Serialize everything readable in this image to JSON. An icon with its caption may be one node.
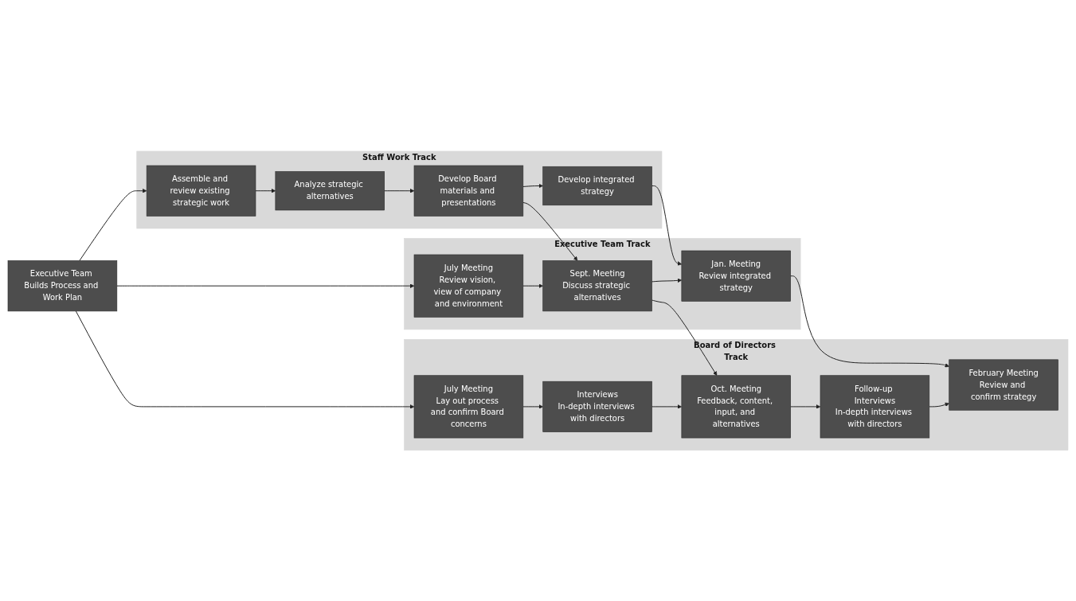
{
  "diagram": {
    "nodes": [
      {
        "text": [
          "Staff Work Track"
        ]
      },
      {
        "text": [
          "Assemble and review existing strategic work"
        ],
        "in": 0
      },
      {
        "text": [
          "Analyze strategic alternatives"
        ],
        "in": 0
      },
      {
        "text": [
          "Develop Board materials and presentations"
        ],
        "in": 0
      },
      {
        "text": [
          "Develop integrated strategy"
        ],
        "in": 0
      },
      {
        "text": [
          "Executive Team Builds Process and Work Plan"
        ]
      },
      {
        "text": [
          "Executive Team Track"
        ]
      },
      {
        "text": [
          "July Meeting",
          "Review vision, view of company and environment"
        ],
        "in": 6
      },
      {
        "text": [
          "Sept. Meeting",
          "Discuss strategic alternatives"
        ],
        "in": 6
      },
      {
        "text": [
          "Jan. Meeting",
          "Review integrated strategy"
        ],
        "in": 6
      },
      {
        "text": [
          "Board of Directors Track"
        ]
      },
      {
        "text": [
          "July Meeting",
          "Lay out process and confirm Board concerns"
        ],
        "in": 10
      },
      {
        "text": [
          "Interviews",
          "In-depth interviews with directors"
        ],
        "in": 10
      },
      {
        "text": [
          "Oct. Meeting",
          "Feedback, content, input, and alternatives"
        ],
        "in": 10
      },
      {
        "text": [
          "Follow-up Interviews",
          "In-depth interviews with directors"
        ],
        "in": 10
      },
      {
        "text": [
          "February Meeting",
          "Review and confirm strategy"
        ],
        "in": 10
      }
    ],
    "edges": [
      {
        "from": 1,
        "to": 2,
        "arrow": "to"
      },
      {
        "from": 2,
        "to": 3,
        "arrow": "to"
      },
      {
        "from": 3,
        "to": 4,
        "arrow": "to"
      },
      {
        "from": 5,
        "to": 1,
        "arrow": "to"
      },
      {
        "from": 5,
        "to": 7,
        "arrow": "to"
      },
      {
        "from": 5,
        "to": 11,
        "arrow": "to"
      },
      {
        "from": 3,
        "to": 8,
        "arrow": "to"
      },
      {
        "from": 4,
        "to": 9,
        "arrow": "to"
      },
      {
        "from": 7,
        "to": 8,
        "arrow": "to"
      },
      {
        "from": 8,
        "to": 9,
        "arrow": "to"
      },
      {
        "from": 8,
        "to": 13,
        "arrow": "to"
      },
      {
        "from": 9,
        "to": 15,
        "arrow": "to"
      },
      {
        "from": 11,
        "to": 12,
        "arrow": "to"
      },
      {
        "from": 12,
        "to": 13,
        "arrow": "to"
      },
      {
        "from": 13,
        "to": 14,
        "arrow": "to"
      },
      {
        "from": 14,
        "to": 15,
        "arrow": "to"
      }
    ]
  }
}
